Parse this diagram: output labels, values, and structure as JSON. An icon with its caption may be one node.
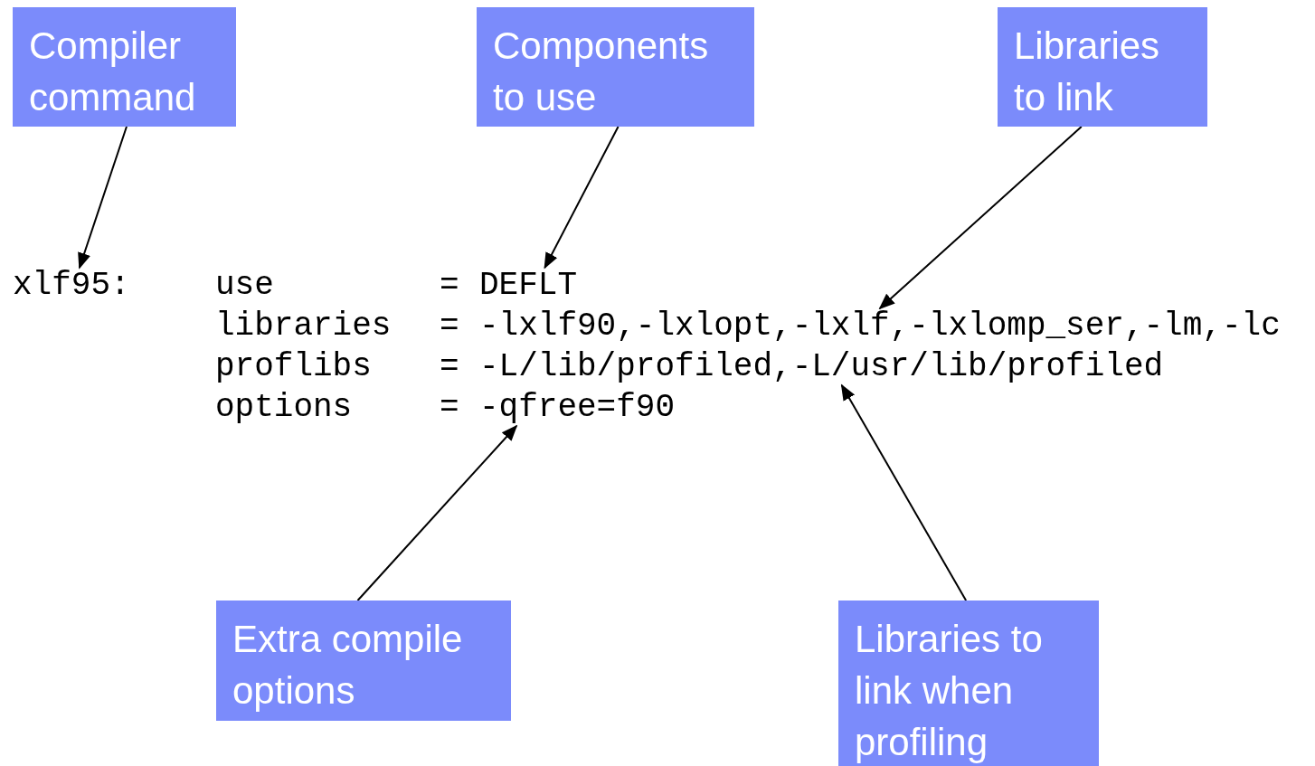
{
  "diagram": {
    "nodes": [
      {
        "text": [
          "Compiler command"
        ]
      },
      {
        "text": [
          "Components to use"
        ]
      },
      {
        "text": [
          "Libraries to link"
        ]
      },
      {
        "text": [
          "xlf95:"
        ]
      },
      {
        "text": [
          "DEFLT"
        ]
      },
      {
        "text": [
          "-lxlf90,-lxlopt,-lxlf,-lxlomp_ser,-lm,-lc"
        ]
      },
      {
        "text": [
          "-L/lib/profiled,-L/usr/lib/profiled"
        ]
      },
      {
        "text": [
          "-qfree=f90"
        ]
      },
      {
        "text": [
          "Extra compile options"
        ]
      },
      {
        "text": [
          "Libraries to link when profiling"
        ]
      }
    ],
    "edges": [
      {
        "from": 0,
        "to": 3,
        "arrow": "to"
      },
      {
        "from": 1,
        "to": 4,
        "arrow": "to"
      },
      {
        "from": 2,
        "to": 5,
        "arrow": "to"
      },
      {
        "from": 8,
        "to": 7,
        "arrow": "to"
      },
      {
        "from": 9,
        "to": 6,
        "arrow": "to"
      }
    ],
    "labels": [
      "use",
      "=",
      "libraries",
      "=",
      "proflibs",
      "=",
      "options",
      "="
    ]
  }
}
